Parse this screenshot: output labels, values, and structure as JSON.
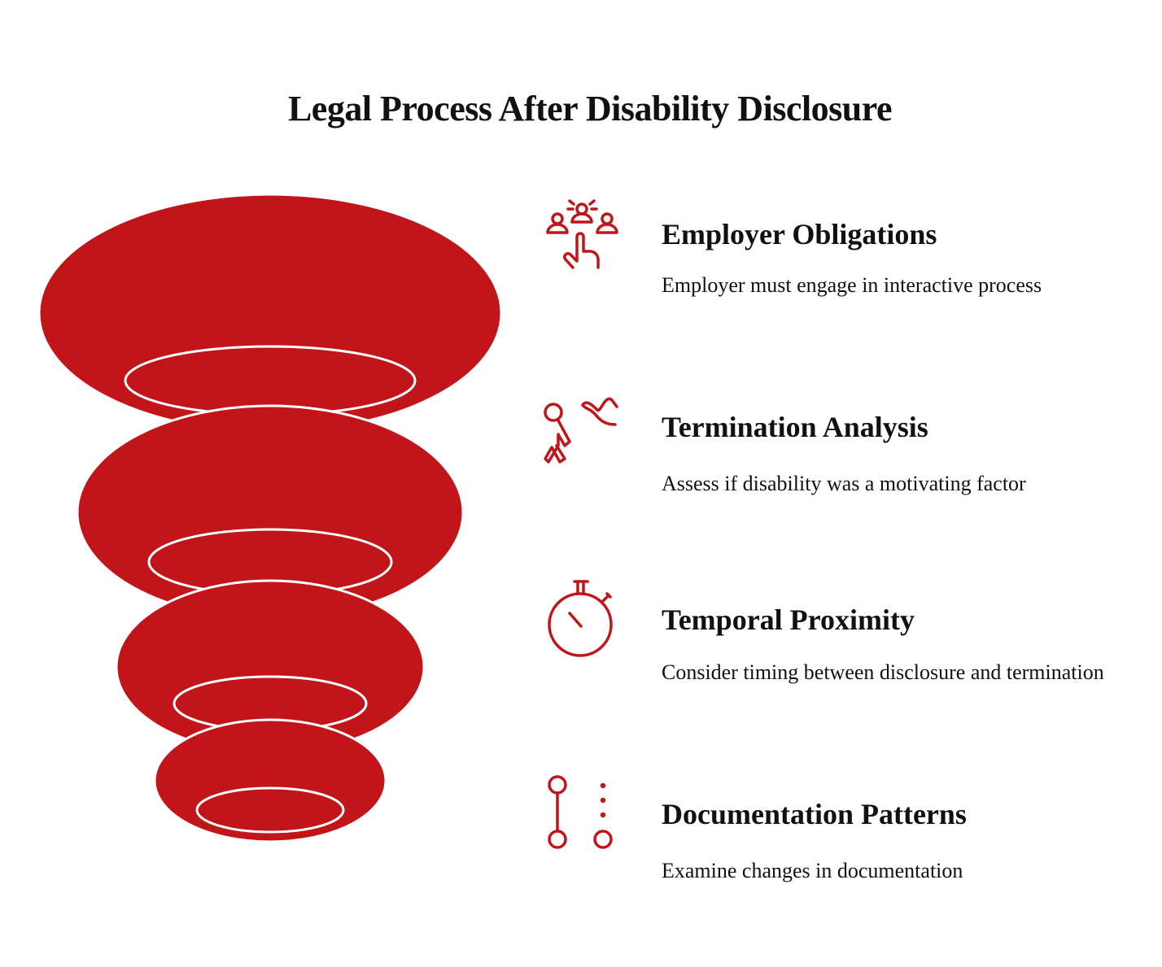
{
  "title": "Legal Process After Disability Disclosure",
  "accent_color": "#C1151A",
  "steps": [
    {
      "heading": "Employer Obligations",
      "description": "Employer must engage in interactive process",
      "icon": "group-pointer-icon"
    },
    {
      "heading": "Termination Analysis",
      "description": "Assess if disability was a motivating factor",
      "icon": "person-walking-away-icon"
    },
    {
      "heading": "Temporal Proximity",
      "description": "Consider timing between disclosure and termination",
      "icon": "stopwatch-icon"
    },
    {
      "heading": "Documentation Patterns",
      "description": "Examine changes in documentation",
      "icon": "timeline-dots-icon"
    }
  ]
}
